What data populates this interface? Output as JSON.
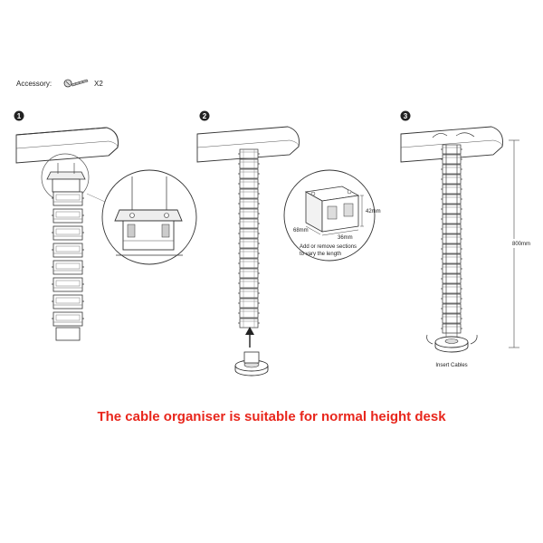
{
  "accessory": {
    "label": "Accessory:",
    "quantity": "X2"
  },
  "steps": [
    {
      "number": "1"
    },
    {
      "number": "2"
    },
    {
      "number": "3"
    }
  ],
  "module_dims": {
    "width": "68mm",
    "depth": "36mm",
    "height": "42mm"
  },
  "module_note": {
    "line1": "Add or remove sections",
    "line2": "to vary the length"
  },
  "height_dim": "800mm",
  "insert_label": "Insert Cables",
  "caption": "The cable organiser is suitable for normal height desk",
  "colors": {
    "caption": "#e8261c",
    "line": "#333333"
  }
}
